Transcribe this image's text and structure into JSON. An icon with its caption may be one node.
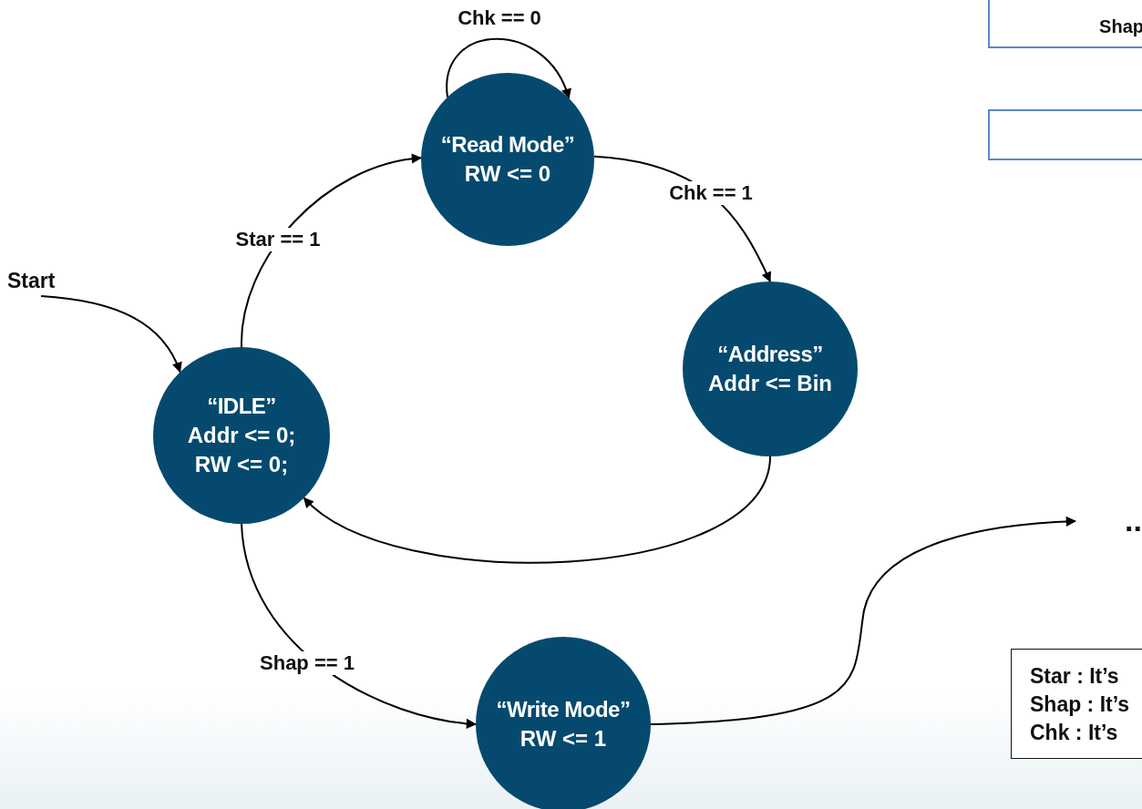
{
  "diagram": {
    "nodes": [
      {
        "text": [
          "“Read Mode”",
          "RW <= 0"
        ]
      },
      {
        "text": [
          "Shap"
        ]
      },
      {
        "text": [],
        "shape": "box"
      },
      {
        "text": [
          "Start"
        ]
      },
      {
        "text": [
          "“Address”",
          "Addr <= Bin"
        ]
      },
      {
        "text": [
          "“IDLE”",
          "Addr <= 0; RW <= 0;"
        ]
      },
      {
        "text": [
          ".."
        ]
      },
      {
        "text": [
          "Star : It’s",
          "Shap : It’s",
          "Chk : It’s"
        ]
      },
      {
        "text": [
          "“Write Mode”",
          "RW <= 1"
        ]
      }
    ],
    "edges": [
      {
        "from": 3,
        "to": 5,
        "arrow": "to"
      },
      {
        "from": 5,
        "to": 0,
        "arrow": "to",
        "label": "Star == 1"
      },
      {
        "from": 0,
        "to": 0,
        "arrow": "to",
        "label": "Chk == 0"
      },
      {
        "from": 0,
        "to": 4,
        "arrow": "to",
        "label": "Chk == 1"
      },
      {
        "from": 4,
        "to": 5,
        "arrow": "to"
      },
      {
        "from": 5,
        "to": 8,
        "arrow": "to",
        "label": "Shap == 1"
      },
      {
        "from": 8,
        "to": 6,
        "arrow": "to"
      }
    ]
  }
}
